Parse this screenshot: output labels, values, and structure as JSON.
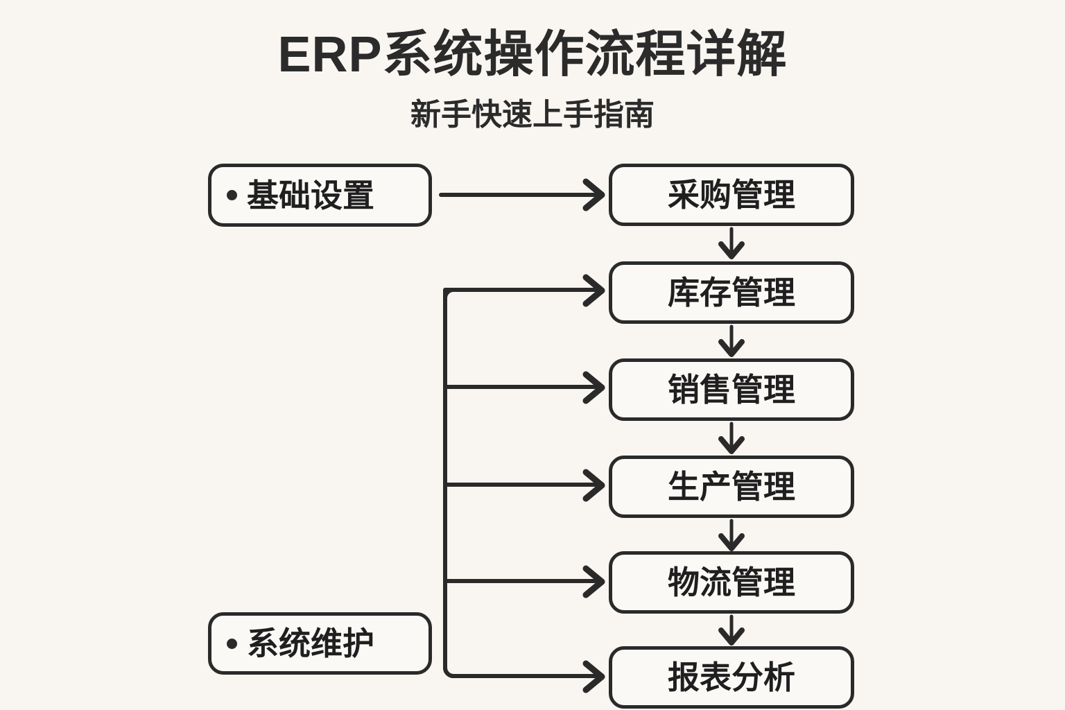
{
  "header": {
    "title": "ERP系统操作流程详解",
    "subtitle": "新手快速上手指南"
  },
  "colors": {
    "background": "#f9f6f1",
    "node_fill": "#fbf9f6",
    "stroke": "#2a2a2a",
    "text": "#1f1f1f"
  },
  "diagram": {
    "type": "flowchart",
    "left_nodes": [
      {
        "id": "base-setup",
        "label": "基础设置",
        "bullet": true
      },
      {
        "id": "system-maintenance",
        "label": "系统维护",
        "bullet": true
      }
    ],
    "main_flow": [
      {
        "id": "purchasing",
        "label": "采购管理"
      },
      {
        "id": "inventory",
        "label": "库存管理"
      },
      {
        "id": "sales",
        "label": "销售管理"
      },
      {
        "id": "production",
        "label": "生产管理"
      },
      {
        "id": "logistics",
        "label": "物流管理"
      },
      {
        "id": "reporting",
        "label": "报表分析"
      }
    ],
    "connections": [
      {
        "from": "base-setup",
        "to": "purchasing",
        "style": "straight-arrow"
      },
      {
        "from": "purchasing",
        "to": "inventory",
        "style": "down-arrow"
      },
      {
        "from": "inventory",
        "to": "sales",
        "style": "down-arrow"
      },
      {
        "from": "sales",
        "to": "production",
        "style": "down-arrow"
      },
      {
        "from": "production",
        "to": "logistics",
        "style": "down-arrow"
      },
      {
        "from": "logistics",
        "to": "reporting",
        "style": "down-arrow"
      },
      {
        "from": "system-maintenance",
        "to": "inventory",
        "style": "trunk-branch"
      },
      {
        "from": "system-maintenance",
        "to": "sales",
        "style": "trunk-branch"
      },
      {
        "from": "system-maintenance",
        "to": "production",
        "style": "trunk-branch"
      },
      {
        "from": "system-maintenance",
        "to": "logistics",
        "style": "trunk-branch"
      },
      {
        "from": "system-maintenance",
        "to": "reporting",
        "style": "trunk-branch"
      }
    ]
  }
}
